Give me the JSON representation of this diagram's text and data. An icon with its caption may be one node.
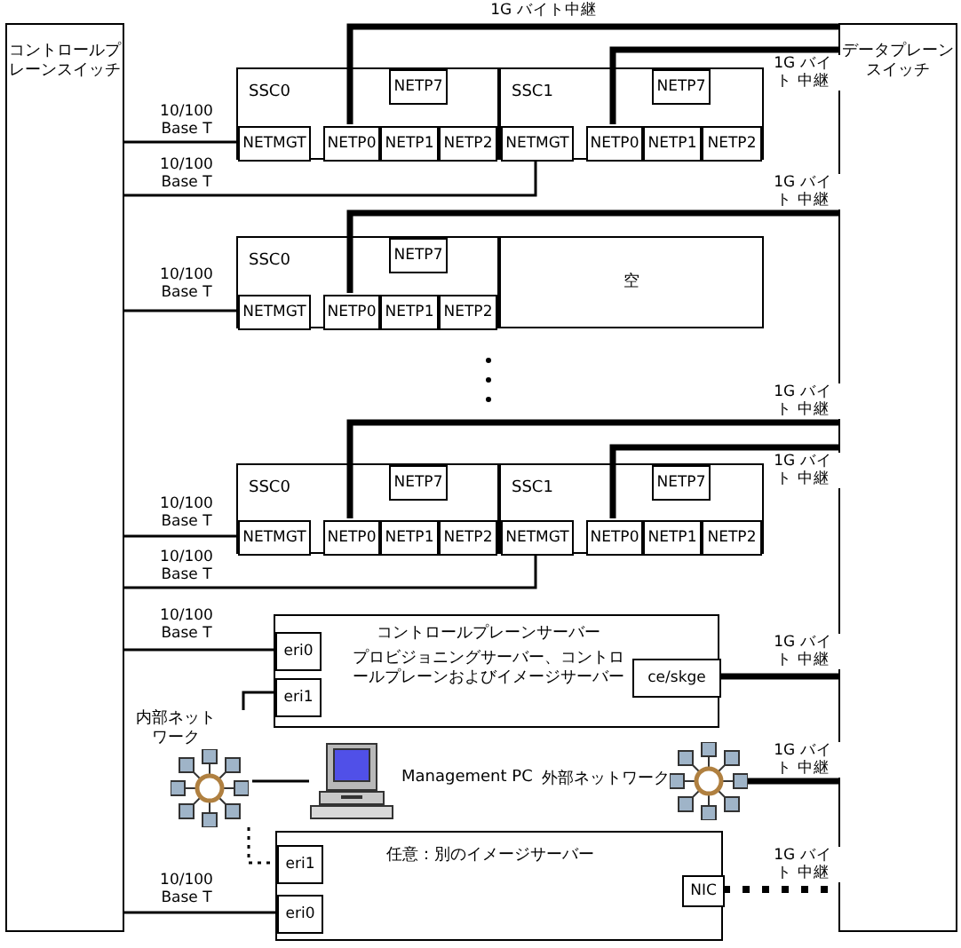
{
  "diagram": {
    "nodes": [
      {
        "text": [
          "コントロールプレーンスイッチ"
        ]
      },
      {
        "text": [
          "データプレーンスイッチ"
        ]
      },
      {
        "text": [
          "SSC0"
        ]
      },
      {
        "text": [
          "NETP7"
        ],
        "in": 2
      },
      {
        "text": [
          "NETMGT"
        ],
        "in": 2
      },
      {
        "text": [
          "NETP0"
        ],
        "in": 2
      },
      {
        "text": [
          "NETP1"
        ],
        "in": 2
      },
      {
        "text": [
          "NETP2"
        ],
        "in": 2
      },
      {
        "text": [
          "SSC1"
        ]
      },
      {
        "text": [
          "NETP7"
        ],
        "in": 8
      },
      {
        "text": [
          "NETMGT"
        ],
        "in": 8
      },
      {
        "text": [
          "NETP0"
        ],
        "in": 8
      },
      {
        "text": [
          "NETP1"
        ],
        "in": 8
      },
      {
        "text": [
          "NETP2"
        ],
        "in": 8
      },
      {
        "text": [
          "SSC0"
        ]
      },
      {
        "text": [
          "NETP7"
        ],
        "in": 14
      },
      {
        "text": [
          "NETMGT"
        ],
        "in": 14
      },
      {
        "text": [
          "NETP0"
        ],
        "in": 14
      },
      {
        "text": [
          "NETP1"
        ],
        "in": 14
      },
      {
        "text": [
          "NETP2"
        ],
        "in": 14
      },
      {
        "text": [
          "空"
        ]
      },
      {
        "text": [
          "SSC0"
        ]
      },
      {
        "text": [
          "NETP7"
        ],
        "in": 21
      },
      {
        "text": [
          "NETMGT"
        ],
        "in": 21
      },
      {
        "text": [
          "NETP0"
        ],
        "in": 21
      },
      {
        "text": [
          "NETP1"
        ],
        "in": 21
      },
      {
        "text": [
          "NETP2"
        ],
        "in": 21
      },
      {
        "text": [
          "SSC1"
        ]
      },
      {
        "text": [
          "NETP7"
        ],
        "in": 27
      },
      {
        "text": [
          "NETMGT"
        ],
        "in": 27
      },
      {
        "text": [
          "NETP0"
        ],
        "in": 27
      },
      {
        "text": [
          "NETP1"
        ],
        "in": 27
      },
      {
        "text": [
          "NETP2"
        ],
        "in": 27
      },
      {
        "text": [
          "コントロールプレーンサーバー",
          "プロビジョニングサーバー、コントロールプレーンおよびイメージサーバー"
        ]
      },
      {
        "text": [
          "eri0"
        ],
        "in": 33
      },
      {
        "text": [
          "eri1"
        ],
        "in": 33
      },
      {
        "text": [
          "ce/skge"
        ],
        "in": 33
      },
      {
        "text": [
          "内部ネットワーク"
        ]
      },
      {
        "text": [
          "Management PC"
        ]
      },
      {
        "text": [
          "外部ネットワーク"
        ]
      },
      {
        "text": [
          "任意：別のイメージサーバー"
        ]
      },
      {
        "text": [
          "eri1"
        ],
        "in": 40
      },
      {
        "text": [
          "eri0"
        ],
        "in": 40
      },
      {
        "text": [
          "NIC"
        ],
        "in": 40
      }
    ],
    "edges": [
      {
        "from": 0,
        "to": 4,
        "arrow": "none",
        "label": "10/100 Base T"
      },
      {
        "from": 0,
        "to": 10,
        "arrow": "none",
        "label": "10/100 Base T"
      },
      {
        "from": 0,
        "to": 16,
        "arrow": "none",
        "label": "10/100 Base T"
      },
      {
        "from": 0,
        "to": 23,
        "arrow": "none",
        "label": "10/100 Base T"
      },
      {
        "from": 0,
        "to": 29,
        "arrow": "none",
        "label": "10/100 Base T"
      },
      {
        "from": 0,
        "to": 34,
        "arrow": "none",
        "label": "10/100 Base T"
      },
      {
        "from": 0,
        "to": 42,
        "arrow": "none",
        "label": "10/100 Base T"
      },
      {
        "from": 5,
        "to": 1,
        "arrow": "none",
        "label": "1G バイト中継",
        "style": "thick"
      },
      {
        "from": 11,
        "to": 1,
        "arrow": "none",
        "label": "1G バイト 中継",
        "style": "thick"
      },
      {
        "from": 17,
        "to": 1,
        "arrow": "none",
        "label": "1G バイト 中継",
        "style": "thick"
      },
      {
        "from": 24,
        "to": 1,
        "arrow": "none",
        "label": "1G バイト 中継",
        "style": "thick"
      },
      {
        "from": 30,
        "to": 1,
        "arrow": "none",
        "label": "1G バイト 中継",
        "style": "thick"
      },
      {
        "from": 36,
        "to": 1,
        "arrow": "none",
        "label": "1G バイト 中継",
        "style": "thick"
      },
      {
        "from": 39,
        "to": 1,
        "arrow": "none",
        "label": "1G バイト 中継",
        "style": "thick"
      },
      {
        "from": 43,
        "to": 1,
        "arrow": "none",
        "label": "1G バイト 中継",
        "style": "dashed"
      },
      {
        "from": 37,
        "to": 35,
        "arrow": "none"
      },
      {
        "from": 37,
        "to": 38,
        "arrow": "none"
      },
      {
        "from": 37,
        "to": 41,
        "arrow": "none",
        "style": "dashed"
      }
    ]
  }
}
